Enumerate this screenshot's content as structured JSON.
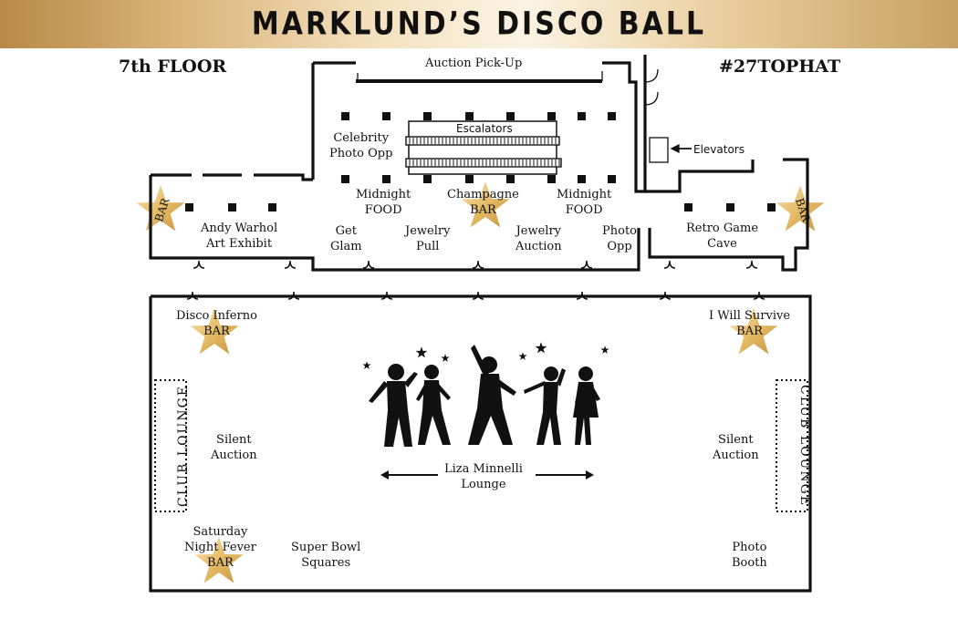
{
  "header": {
    "title": "MARKLUND’S DISCO BALL"
  },
  "floor_label": "7th FLOOR",
  "hashtag": "#27TOPHAT",
  "colors": {
    "gold_dark": "#b88a45",
    "gold_light": "#fbf3e3",
    "star": "#e3b862",
    "ink": "#111111"
  },
  "upper_area": {
    "auction_pickup": "Auction Pick-Up",
    "escalators": "Escalators",
    "elevators": "Elevators",
    "celebrity_photo": [
      "Celebrity",
      "Photo Opp"
    ],
    "midnight_food_left": [
      "Midnight",
      "FOOD"
    ],
    "champagne_bar": [
      "Champagne",
      "BAR"
    ],
    "midnight_food_right": [
      "Midnight",
      "FOOD"
    ],
    "left_bar": "BAR",
    "right_bar": "BAR",
    "andy_warhol": [
      "Andy Warhol",
      "Art Exhibit"
    ],
    "get_glam": [
      "Get",
      "Glam"
    ],
    "jewelry_pull": [
      "Jewelry",
      "Pull"
    ],
    "jewelry_auction": [
      "Jewelry",
      "Auction"
    ],
    "photo_opp": [
      "Photo",
      "Opp"
    ],
    "retro_game": [
      "Retro Game",
      "Cave"
    ]
  },
  "ballroom": {
    "disco_inferno": [
      "Disco Inferno",
      "BAR"
    ],
    "i_will_survive": [
      "I Will Survive",
      "BAR"
    ],
    "club_lounge_left": "CLUB LOUNGE",
    "club_lounge_right": "CLUB LOUNGE",
    "silent_auction_left": [
      "Silent",
      "Auction"
    ],
    "silent_auction_right": [
      "Silent",
      "Auction"
    ],
    "liza_lounge": [
      "Liza Minnelli",
      "Lounge"
    ],
    "saturday_night": [
      "Saturday",
      "Night Fever",
      "BAR"
    ],
    "super_bowl": [
      "Super Bowl",
      "Squares"
    ],
    "photo_booth": [
      "Photo",
      "Booth"
    ]
  }
}
